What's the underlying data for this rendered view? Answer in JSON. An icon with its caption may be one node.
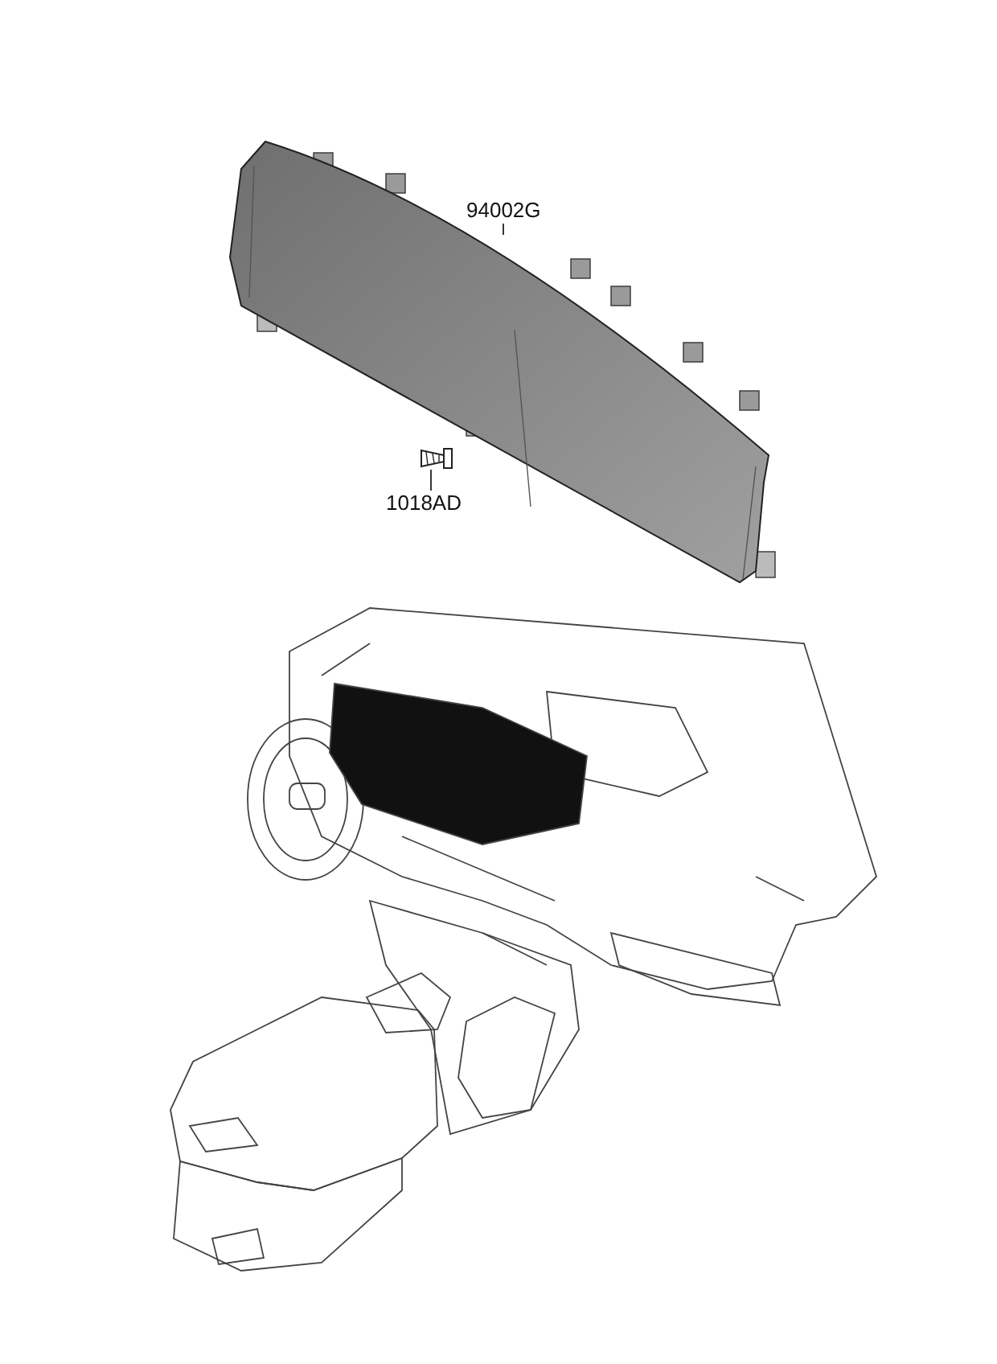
{
  "diagram": {
    "nodes": [
      {
        "text": [
          "94002G"
        ]
      },
      {
        "text": [],
        "shape": "picture"
      },
      {
        "text": [
          "1018AD"
        ]
      },
      {
        "text": [],
        "shape": "picture"
      }
    ],
    "edges": [
      {
        "from": 0,
        "to": 1,
        "arrow": "none"
      },
      {
        "from": 2,
        "to": 3,
        "arrow": "none"
      }
    ]
  }
}
